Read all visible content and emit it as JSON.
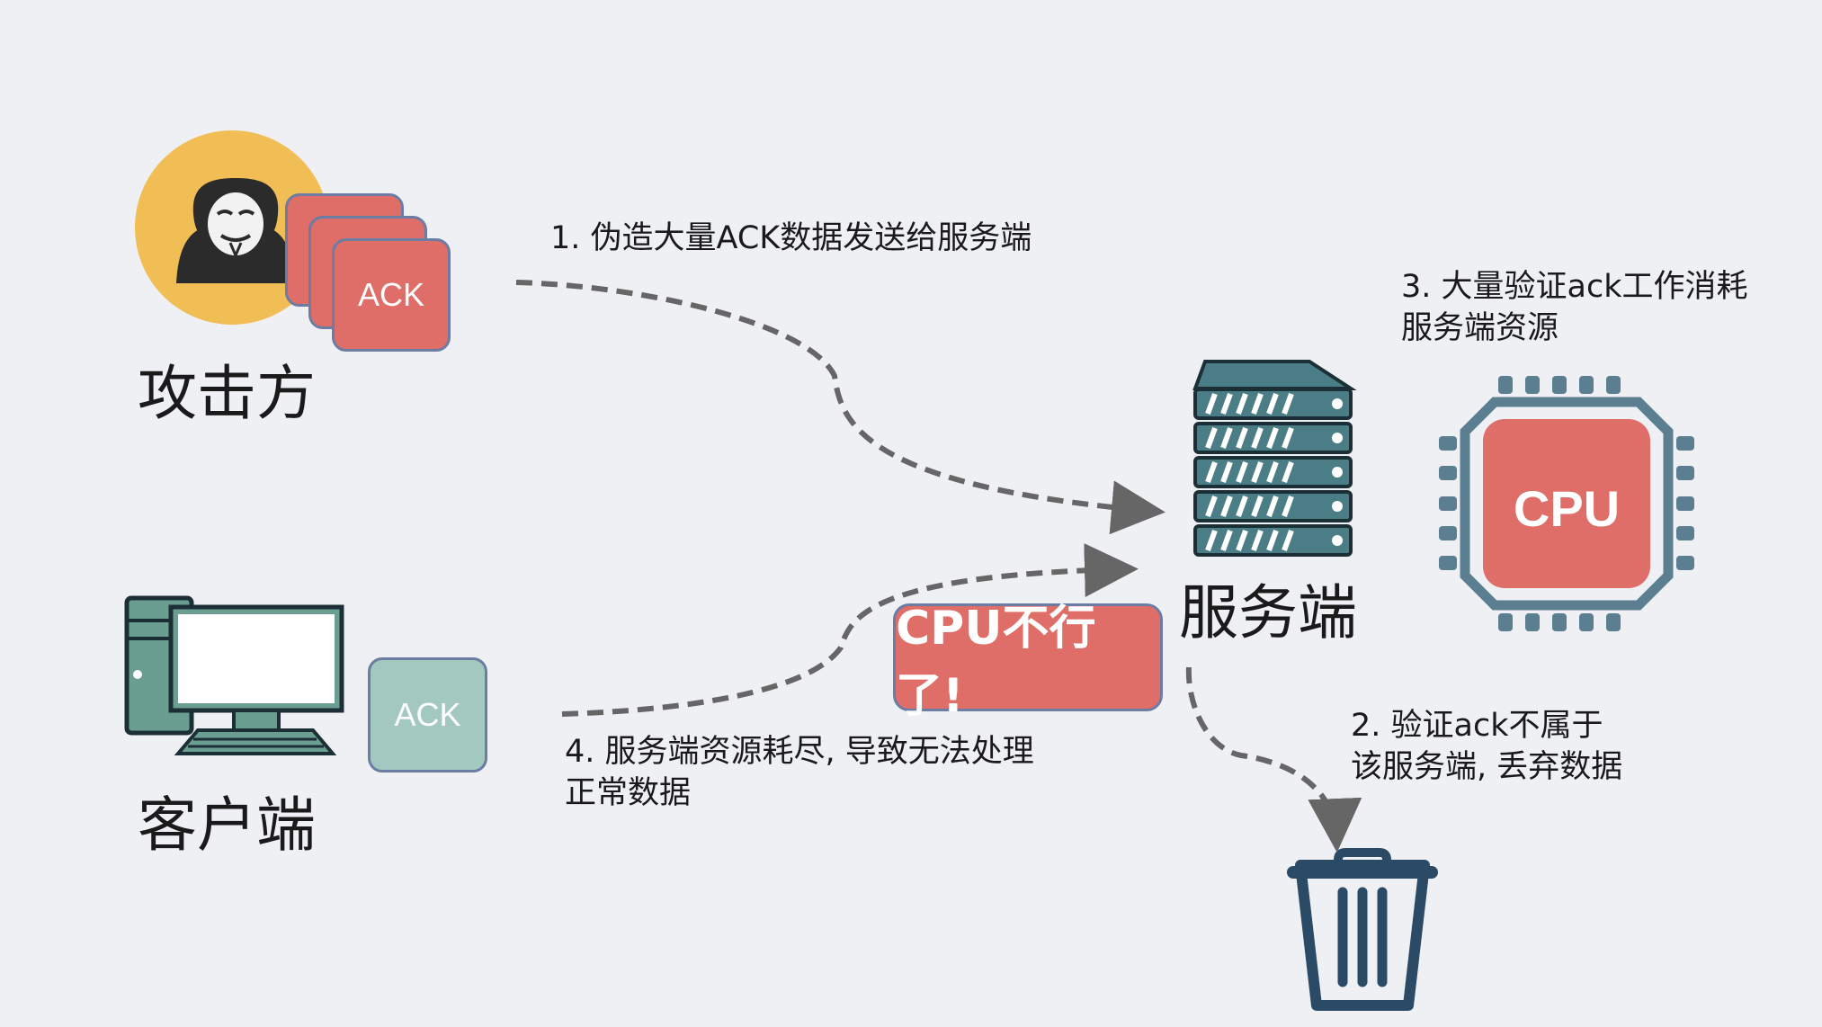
{
  "nodes": {
    "attacker": {
      "label": "攻击方"
    },
    "client": {
      "label": "客户端"
    },
    "server": {
      "label": "服务端"
    }
  },
  "packets": {
    "attack_ack": "ACK",
    "client_ack": "ACK"
  },
  "cpu": {
    "chip_label": "CPU",
    "warning": "CPU不行了!"
  },
  "steps": {
    "step1": "1. 伪造大量ACK数据发送给服务端",
    "step2": "2. 验证ack不属于\n该服务端, 丢弃数据",
    "step3": "3. 大量验证ack工作消耗\n服务端资源",
    "step4": "4. 服务端资源耗尽,  导致无法处理\n正常数据"
  },
  "icons": [
    "hacker-icon",
    "server-icon",
    "cpu-chip-icon",
    "computer-icon",
    "trash-icon"
  ],
  "colors": {
    "packet_red": "#de6e67",
    "packet_green": "#a3c8c0",
    "attacker_circle": "#f1bd55",
    "server_teal": "#4b7d87",
    "trash_blue": "#2b4a66",
    "cpu_frame": "#5b7e91",
    "arrow_gray": "#666666"
  }
}
